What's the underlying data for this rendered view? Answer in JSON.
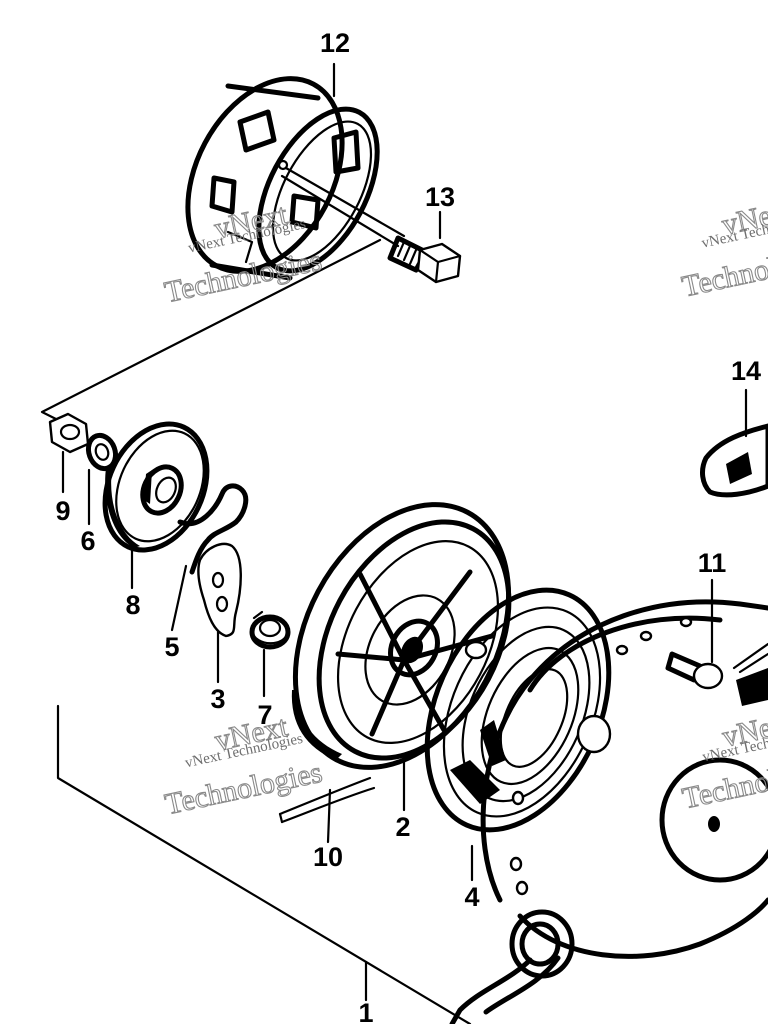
{
  "callouts": {
    "c1": "1",
    "c2": "2",
    "c3": "3",
    "c4": "4",
    "c5": "5",
    "c6": "6",
    "c7": "7",
    "c8": "8",
    "c9": "9",
    "c10": "10",
    "c11": "11",
    "c12": "12",
    "c13": "13",
    "c14": "14"
  },
  "watermark": {
    "line_small": "vNext Technologies",
    "line_big_1": "vNext",
    "line_big_2": "Technologies"
  }
}
